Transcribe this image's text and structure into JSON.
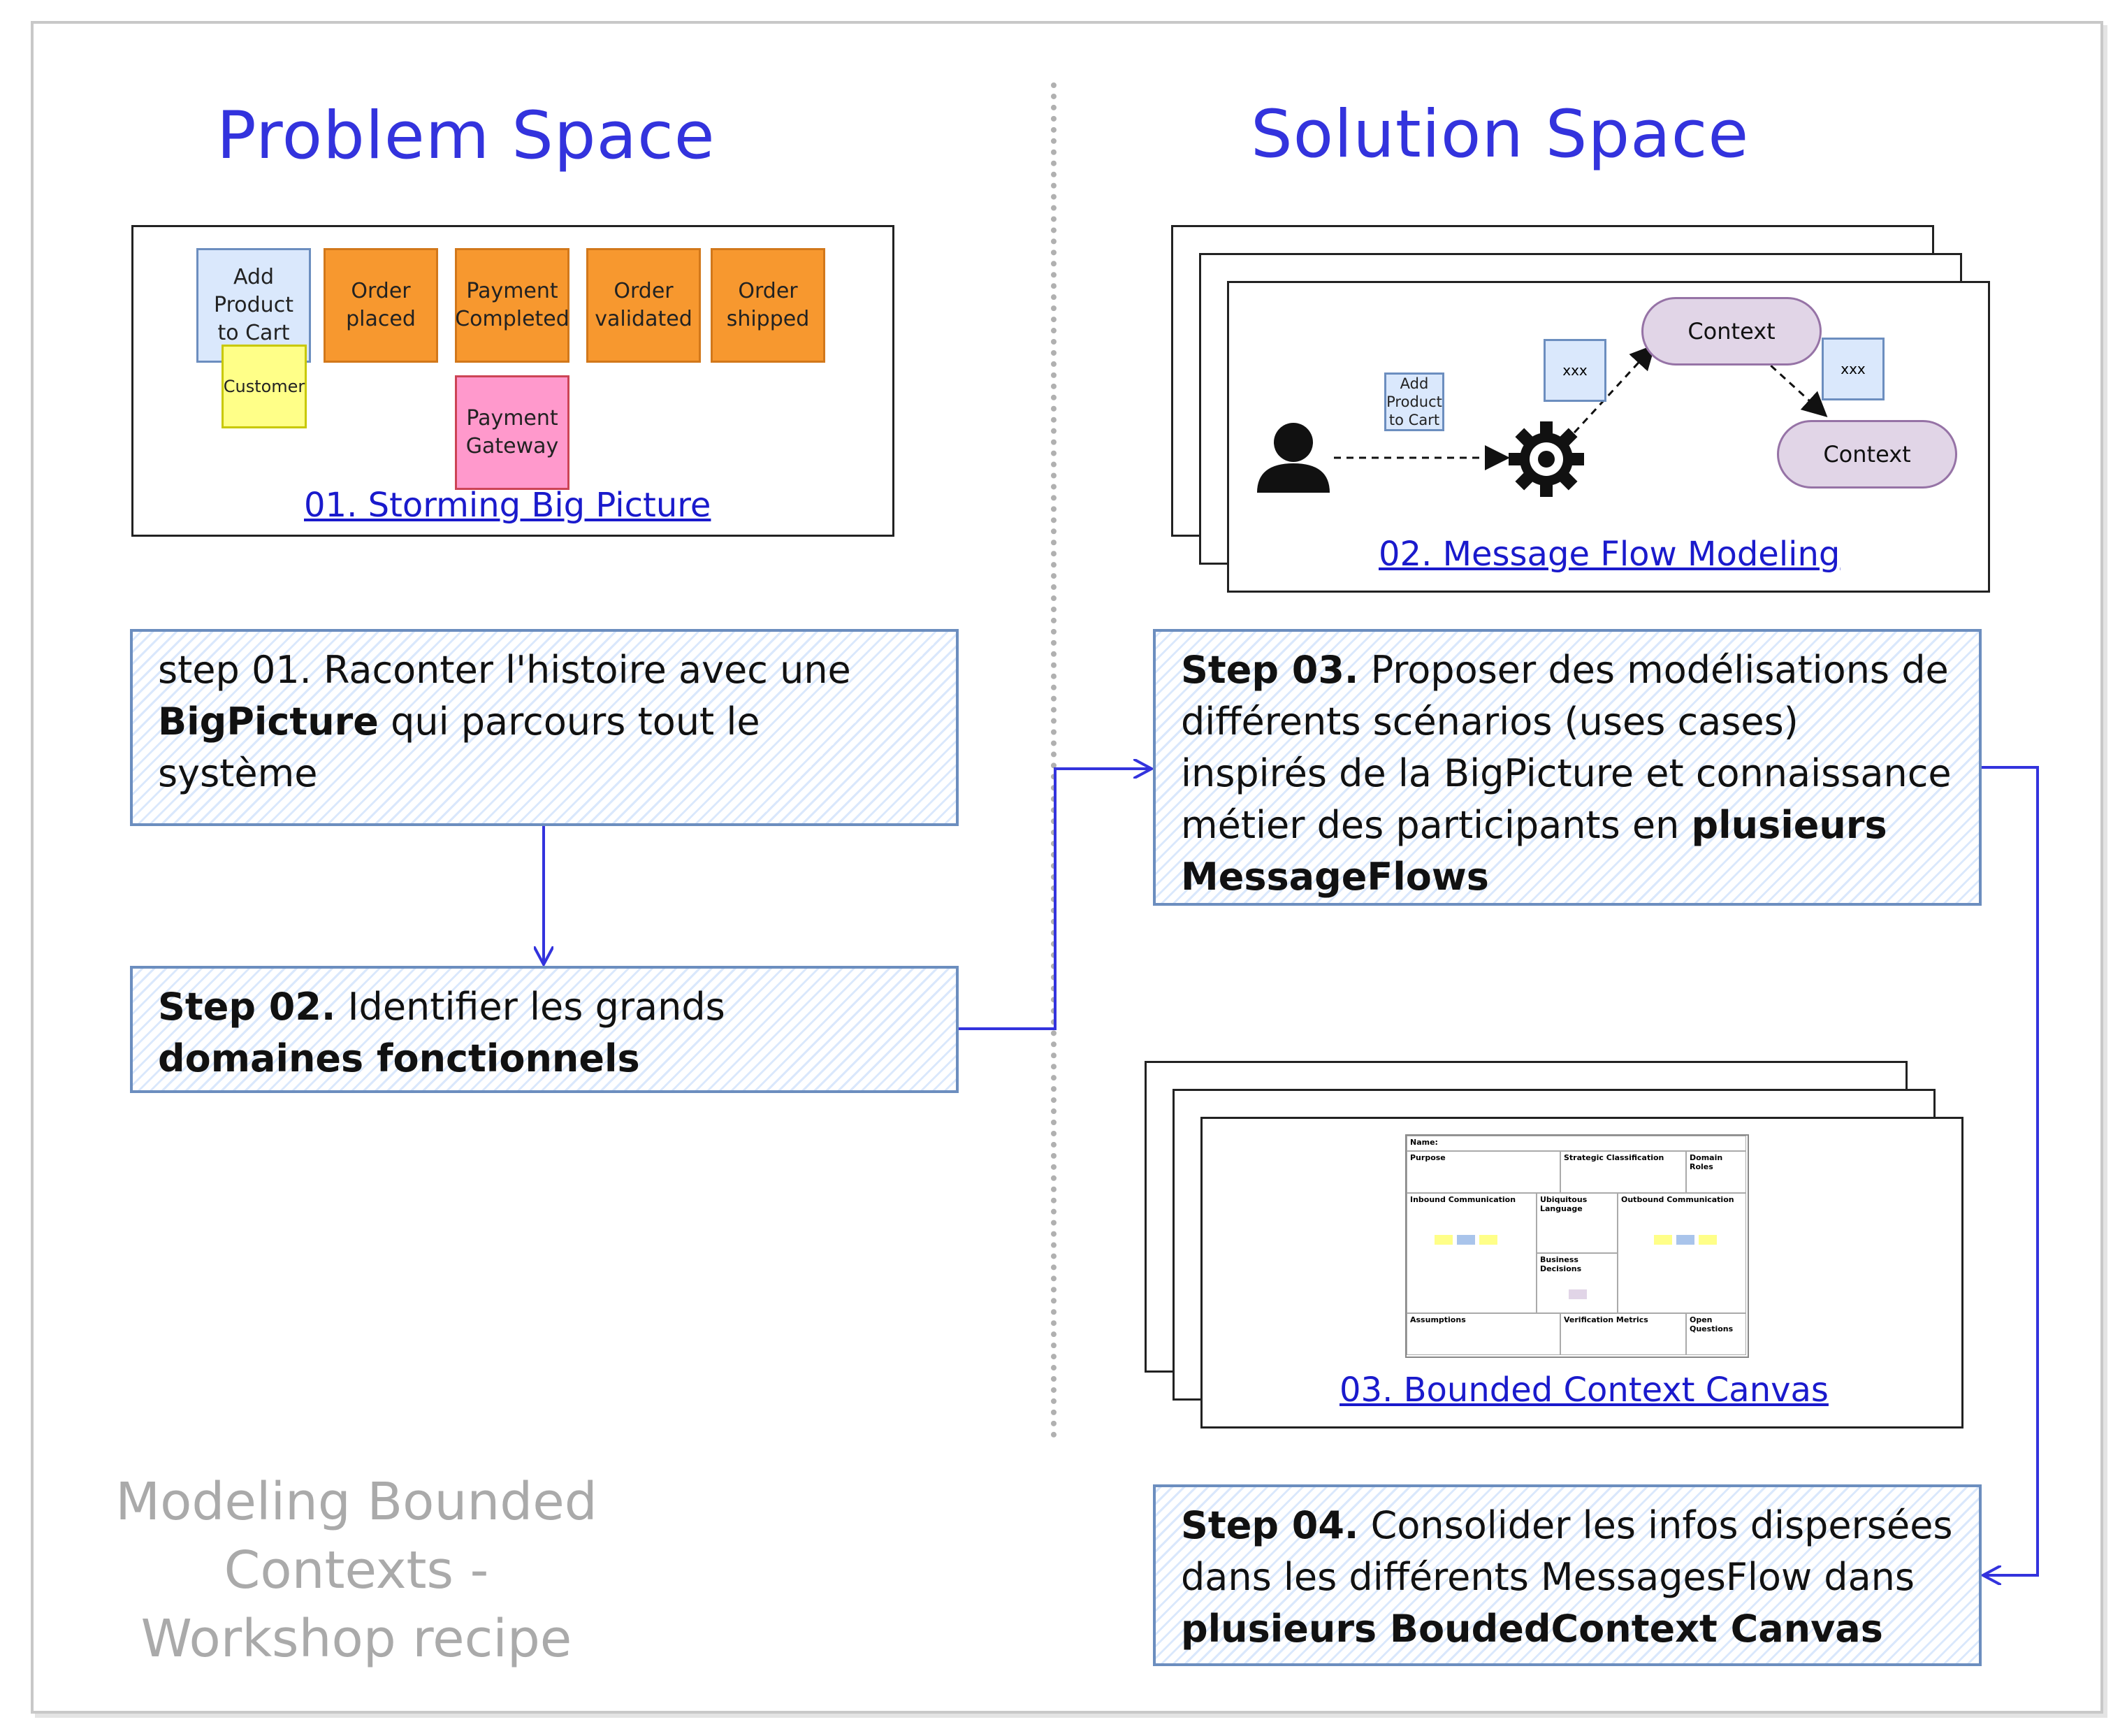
{
  "problem_space": {
    "title": "Problem Space",
    "storming": {
      "stickies": {
        "add_product": "Add Product to Cart",
        "customer": "Customer",
        "order_placed": "Order placed",
        "payment_completed": "Payment Completed",
        "order_validated": "Order validated",
        "order_shipped": "Order shipped",
        "payment_gateway": "Payment Gateway"
      },
      "link": "01. Storming Big Picture"
    },
    "step1": {
      "prefix": "step 01. Raconter l'histoire avec une ",
      "bold": "BigPicture",
      "suffix": " qui parcours tout le système"
    },
    "step2": {
      "prefix": "Step 02.",
      "middle": " Identifier les grands ",
      "bold": "domaines fonctionnels"
    }
  },
  "solution_space": {
    "title": "Solution Space",
    "message_flow": {
      "add_product": "Add Product to Cart",
      "xxx_left": "xxx",
      "xxx_right": "xxx",
      "context_top": "Context",
      "context_bottom": "Context",
      "link": "02. Message Flow Modeling"
    },
    "canvas": {
      "name_label": "Name:",
      "purpose": "Purpose",
      "strategic": "Strategic Classification",
      "domain_roles": "Domain Roles",
      "inbound": "Inbound Communication",
      "ubiquitous": "Ubiquitous Language",
      "outbound": "Outbound Communication",
      "business_decisions": "Business Decisions",
      "assumptions": "Assumptions",
      "verification": "Verification Metrics",
      "open_questions": "Open Questions",
      "link": "03. Bounded Context Canvas"
    },
    "step3": {
      "prefix": "Step 03.",
      "middle": " Proposer des modélisations de différents scénarios (uses cases) inspirés de la BigPicture et connaissance métier des participants en ",
      "bold": "plusieurs MessageFlows"
    },
    "step4": {
      "prefix": "Step 04.",
      "middle": " Consolider les infos dispersées dans les différents MessagesFlow dans ",
      "bold": "plusieurs BoudedContext Canvas"
    }
  },
  "footer": {
    "title": "Modeling Bounded Contexts - Workshop recipe"
  },
  "colors": {
    "title_blue": "#3333dd",
    "link_blue": "#1a1acc",
    "step_border": "#6c8ebf",
    "step_fill": "#dae8fc",
    "arrow": "#3333dd",
    "domain_event": "#f7982f",
    "command": "#dae8fc",
    "actor": "#ffff88",
    "external_system": "#ff99cc",
    "context": "#e1d5e7"
  }
}
